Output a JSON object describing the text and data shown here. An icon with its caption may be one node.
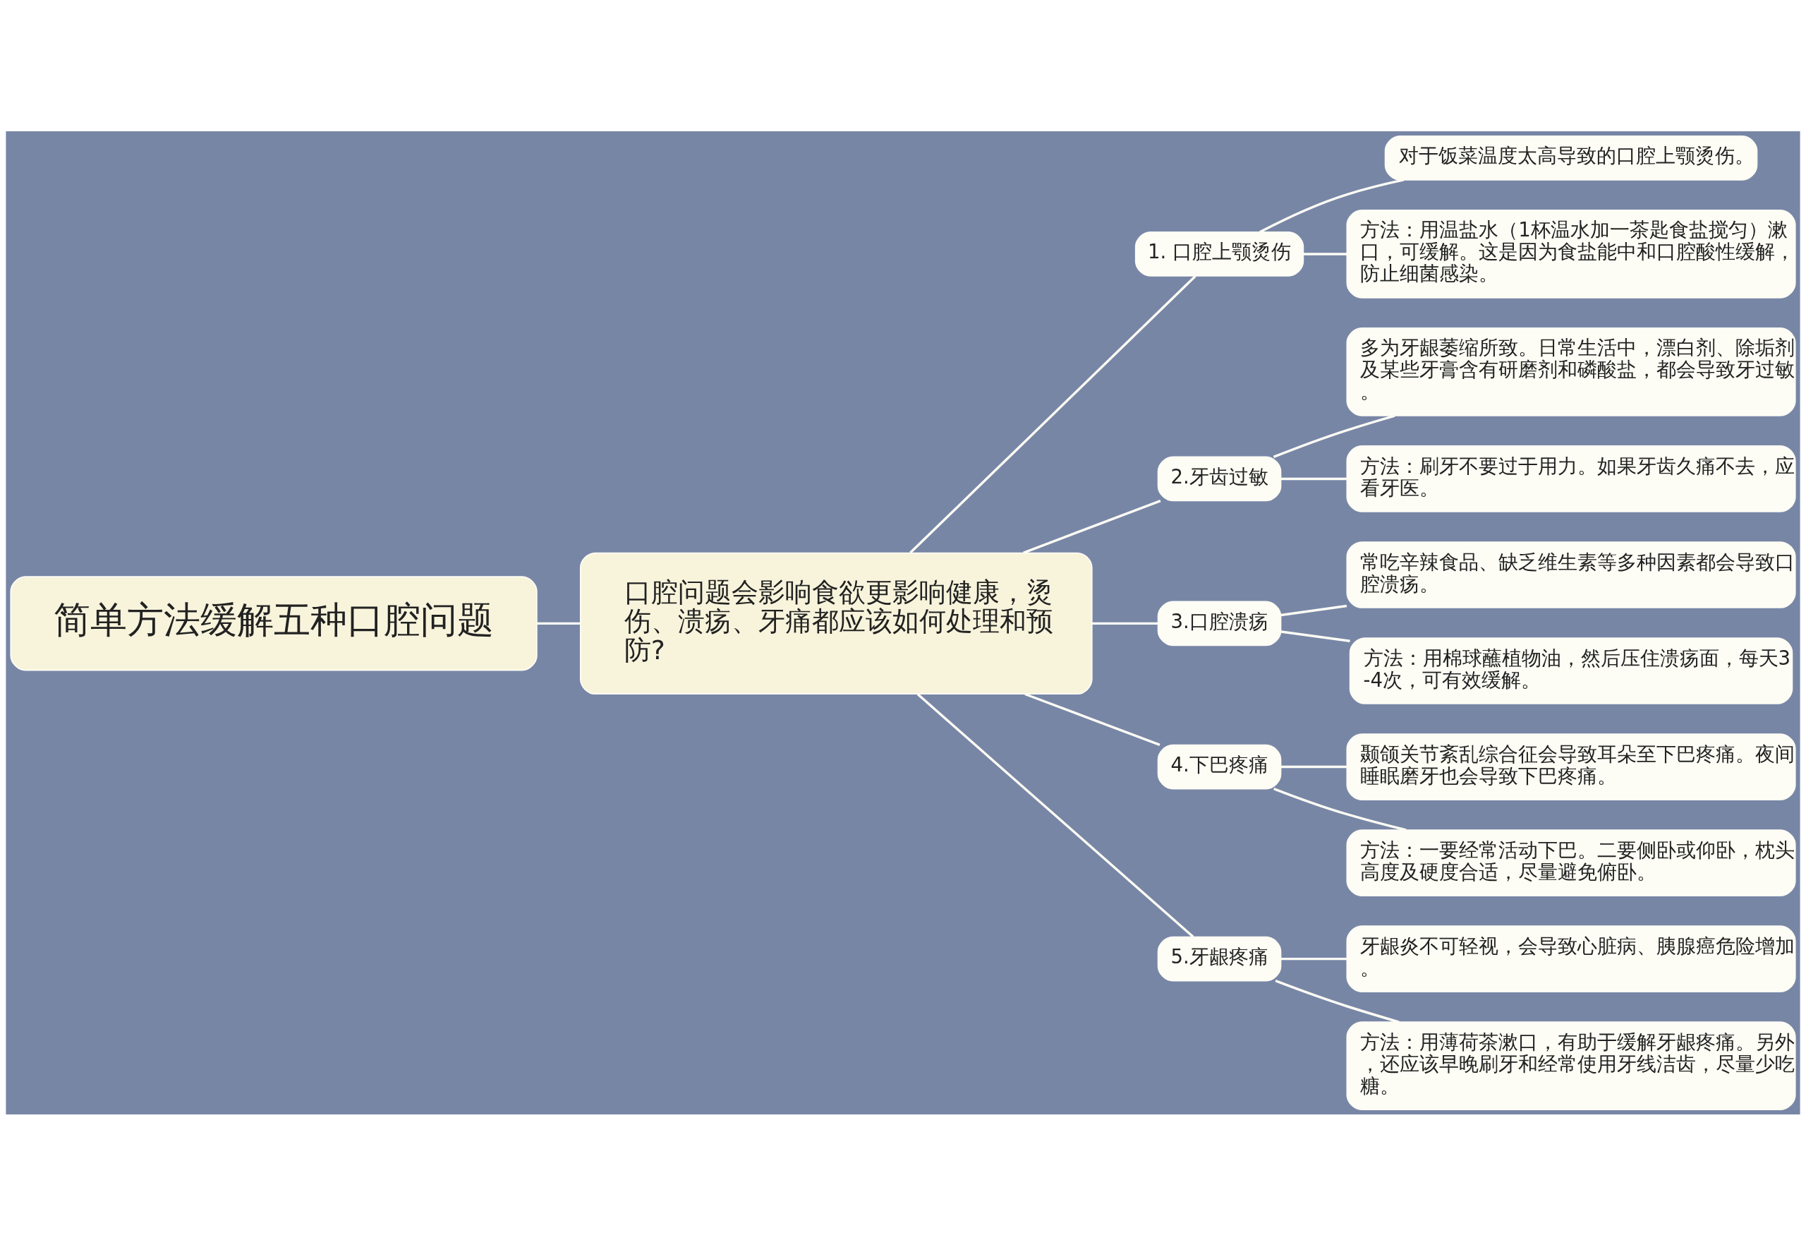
{
  "diagram": {
    "nodes": [
      {
        "text": [
          "简单方法缓解五种口腔问题"
        ]
      },
      {
        "text": [
          "口腔问题会影响食欲更影响健康，烫伤、溃疡、牙痛都应该如何处理和预防?"
        ]
      },
      {
        "text": [
          "1. 口腔上颚烫伤"
        ]
      },
      {
        "text": [
          "对于饭菜温度太高导致的口腔上颚烫伤。"
        ]
      },
      {
        "text": [
          "方法：用温盐水（1杯温水加一茶匙食盐搅匀）漱口，可缓解。这是因为食盐能中和口腔酸性缓解，防止细菌感染。"
        ]
      },
      {
        "text": [
          "2.牙齿过敏"
        ]
      },
      {
        "text": [
          "多为牙龈萎缩所致。日常生活中，漂白剂、除垢剂及某些牙膏含有研磨剂和磷酸盐，都会导致牙过敏。"
        ]
      },
      {
        "text": [
          "方法：刷牙不要过于用力。如果牙齿久痛不去，应看牙医。"
        ]
      },
      {
        "text": [
          "3.口腔溃疡"
        ]
      },
      {
        "text": [
          "常吃辛辣食品、缺乏维生素等多种因素都会导致口腔溃疡。"
        ]
      },
      {
        "text": [
          "方法：用棉球蘸植物油，然后压住溃疡面，每天3-4次，可有效缓解。"
        ]
      },
      {
        "text": [
          "4.下巴疼痛"
        ]
      },
      {
        "text": [
          "颞颌关节紊乱综合征会导致耳朵至下巴疼痛。夜间睡眠磨牙也会导致下巴疼痛。"
        ]
      },
      {
        "text": [
          "方法：一要经常活动下巴。二要侧卧或仰卧，枕头高度及硬度合适，尽量避免俯卧。"
        ]
      },
      {
        "text": [
          "5.牙龈疼痛"
        ]
      },
      {
        "text": [
          "牙龈炎不可轻视，会导致心脏病、胰腺癌危险增加。"
        ]
      },
      {
        "text": [
          "方法：用薄荷茶漱口，有助于缓解牙龈疼痛。另外，还应该早晚刷牙和经常使用牙线洁齿，尽量少吃糖。"
        ]
      }
    ],
    "edges": [
      {
        "from": 0,
        "to": 1,
        "arrow": "none"
      },
      {
        "from": 1,
        "to": 2,
        "arrow": "none"
      },
      {
        "from": 2,
        "to": 3,
        "arrow": "none"
      },
      {
        "from": 2,
        "to": 4,
        "arrow": "none"
      },
      {
        "from": 1,
        "to": 5,
        "arrow": "none"
      },
      {
        "from": 5,
        "to": 6,
        "arrow": "none"
      },
      {
        "from": 5,
        "to": 7,
        "arrow": "none"
      },
      {
        "from": 1,
        "to": 8,
        "arrow": "none"
      },
      {
        "from": 8,
        "to": 9,
        "arrow": "none"
      },
      {
        "from": 8,
        "to": 10,
        "arrow": "none"
      },
      {
        "from": 1,
        "to": 11,
        "arrow": "none"
      },
      {
        "from": 11,
        "to": 12,
        "arrow": "none"
      },
      {
        "from": 11,
        "to": 13,
        "arrow": "none"
      },
      {
        "from": 1,
        "to": 14,
        "arrow": "none"
      },
      {
        "from": 14,
        "to": 15,
        "arrow": "none"
      },
      {
        "from": 14,
        "to": 16,
        "arrow": "none"
      }
    ]
  }
}
